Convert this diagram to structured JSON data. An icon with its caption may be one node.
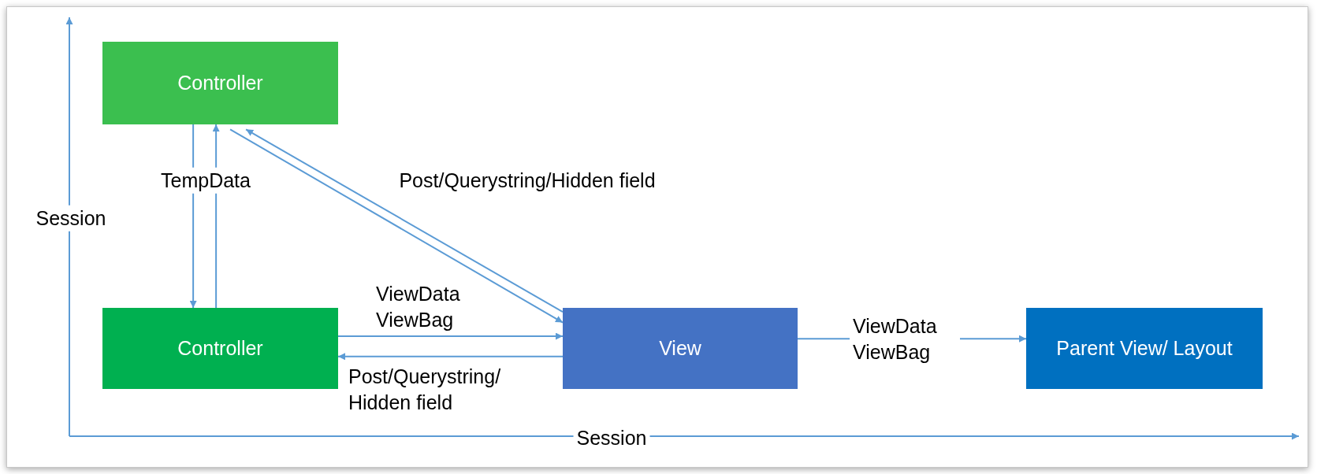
{
  "diagram": {
    "nodes": [
      {
        "text": [
          "Controller"
        ]
      },
      {
        "text": [
          "Controller"
        ]
      },
      {
        "text": [
          "View"
        ]
      },
      {
        "text": [
          "Parent View/ Layout"
        ]
      }
    ],
    "edges": [
      {
        "from": 0,
        "to": 1,
        "arrow": "to",
        "label": "TempData"
      },
      {
        "from": 1,
        "to": 0,
        "arrow": "to"
      },
      {
        "from": 0,
        "to": 2,
        "arrow": "to"
      },
      {
        "from": 2,
        "to": 0,
        "arrow": "to",
        "label": "Post/Querystring/Hidden field"
      },
      {
        "from": 1,
        "to": 2,
        "arrow": "to",
        "label": "ViewData ViewBag"
      },
      {
        "from": 2,
        "to": 1,
        "arrow": "to",
        "label": "Post/Querystring/ Hidden field"
      },
      {
        "from": 2,
        "to": 3,
        "arrow": "to",
        "label": "ViewData ViewBag"
      }
    ],
    "labels": [
      "Session",
      "Session"
    ]
  }
}
